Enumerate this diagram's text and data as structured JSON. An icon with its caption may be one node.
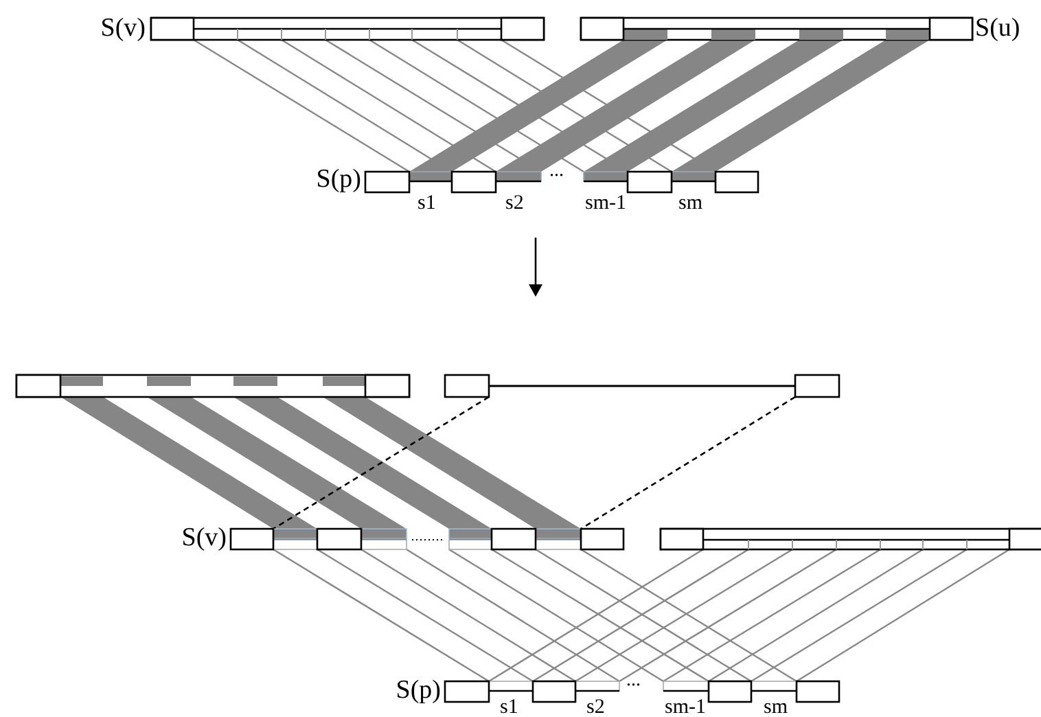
{
  "diagram": {
    "labels": [
      "S(v)",
      "S(u)",
      "S(p)",
      "...",
      "s1",
      "s2",
      "sm-1",
      "sm",
      "S(v)",
      "S(p)",
      "...",
      "s1",
      "s2",
      "sm-1",
      "sm"
    ]
  }
}
